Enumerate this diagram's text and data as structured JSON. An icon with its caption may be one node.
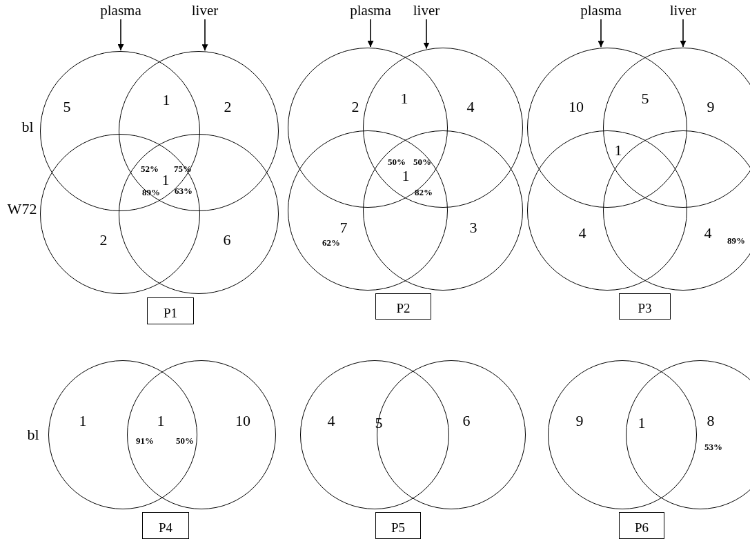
{
  "diagram": {
    "nodes": [
      {
        "text": [
          "plasma"
        ]
      },
      {
        "text": [
          "liver"
        ]
      },
      {
        "text": [
          "plasma"
        ]
      },
      {
        "text": [
          "liver"
        ]
      },
      {
        "text": [
          "plasma"
        ]
      },
      {
        "text": [
          "liver"
        ]
      },
      {
        "text": [],
        "shape": "circle"
      },
      {
        "text": [],
        "shape": "circle"
      },
      {
        "text": [],
        "shape": "circle"
      },
      {
        "text": [],
        "shape": "circle"
      },
      {
        "text": [],
        "shape": "circle"
      },
      {
        "text": [],
        "shape": "circle"
      },
      {
        "text": [],
        "shape": "circle"
      },
      {
        "text": [],
        "shape": "circle"
      },
      {
        "text": [],
        "shape": "circle"
      },
      {
        "text": [],
        "shape": "circle"
      },
      {
        "text": [],
        "shape": "circle"
      },
      {
        "text": [],
        "shape": "circle"
      },
      {
        "text": [
          "P1"
        ]
      },
      {
        "text": [
          "P2"
        ]
      },
      {
        "text": [
          "P3"
        ]
      },
      {
        "text": [],
        "shape": "circle"
      },
      {
        "text": [],
        "shape": "circle"
      },
      {
        "text": [],
        "shape": "circle"
      },
      {
        "text": [],
        "shape": "circle"
      },
      {
        "text": [],
        "shape": "circle"
      },
      {
        "text": [],
        "shape": "circle"
      },
      {
        "text": [
          "P4"
        ]
      },
      {
        "text": [
          "P5"
        ]
      },
      {
        "text": [
          "P6"
        ]
      }
    ],
    "edges": [
      {
        "from": 0,
        "to": 6,
        "arrow": "to"
      },
      {
        "from": 1,
        "to": 7,
        "arrow": "to"
      },
      {
        "from": 2,
        "to": 10,
        "arrow": "to"
      },
      {
        "from": 3,
        "to": 11,
        "arrow": "to"
      },
      {
        "from": 4,
        "to": 14,
        "arrow": "to"
      },
      {
        "from": 5,
        "to": 15,
        "arrow": "to"
      }
    ],
    "labels": [
      "bl",
      "W72",
      "5",
      "1",
      "2",
      "52%",
      "75%",
      "1",
      "89%",
      "63%",
      "2",
      "6",
      "2",
      "1",
      "4",
      "50%",
      "50%",
      "1",
      "82%",
      "7",
      "62%",
      "3",
      "10",
      "5",
      "9",
      "1",
      "4",
      "4",
      "89%",
      "bl",
      "1",
      "1",
      "91%",
      "50%",
      "10",
      "4",
      "5",
      "6",
      "9",
      "1",
      "8",
      "53%"
    ]
  }
}
